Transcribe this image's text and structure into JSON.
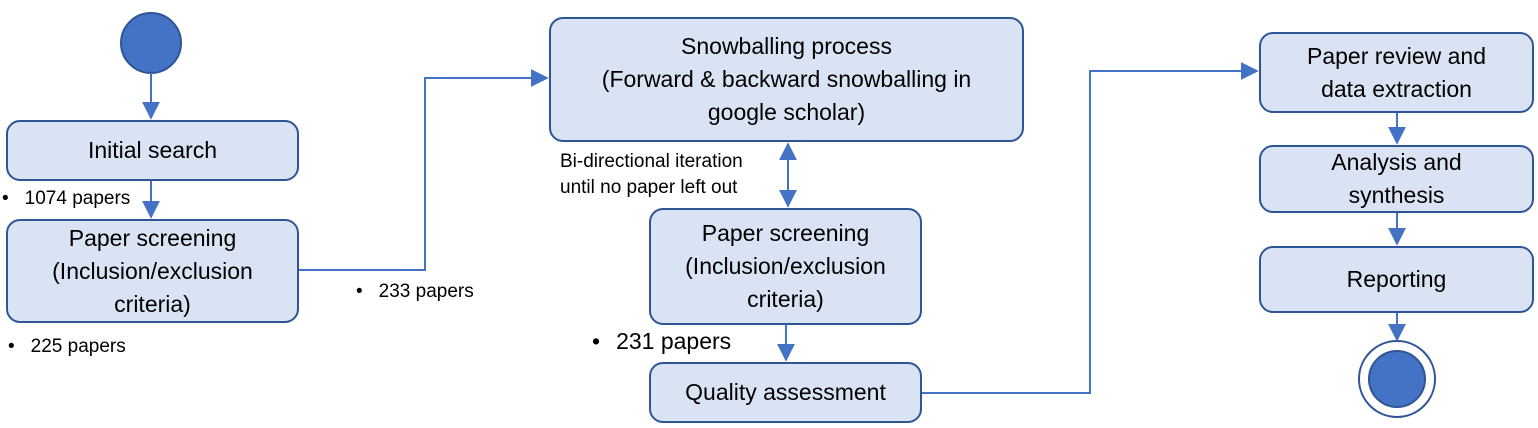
{
  "colors": {
    "box_fill": "#dae3f3",
    "box_stroke": "#2f5597",
    "arrow": "#4472c4",
    "node_fill": "#4472c4"
  },
  "nodes": {
    "initial_search": [
      "Initial search"
    ],
    "screening_1": [
      "Paper screening",
      "(Inclusion/exclusion",
      "criteria)"
    ],
    "snowballing": [
      "Snowballing process",
      "(Forward & backward snowballing in",
      "google scholar)"
    ],
    "screening_2": [
      "Paper screening",
      "(Inclusion/exclusion",
      "criteria)"
    ],
    "quality": [
      "Quality assessment"
    ],
    "review": [
      "Paper review and",
      "data extraction"
    ],
    "analysis": [
      "Analysis and",
      "synthesis"
    ],
    "reporting": [
      "Reporting"
    ]
  },
  "counts": {
    "after_search": "1074 papers",
    "after_screening_1": "225 papers",
    "to_snowballing": "233 papers",
    "after_screening_2": "231 papers"
  },
  "bullet": "•",
  "iteration_label": [
    "Bi-directional iteration",
    "until no paper left out"
  ]
}
